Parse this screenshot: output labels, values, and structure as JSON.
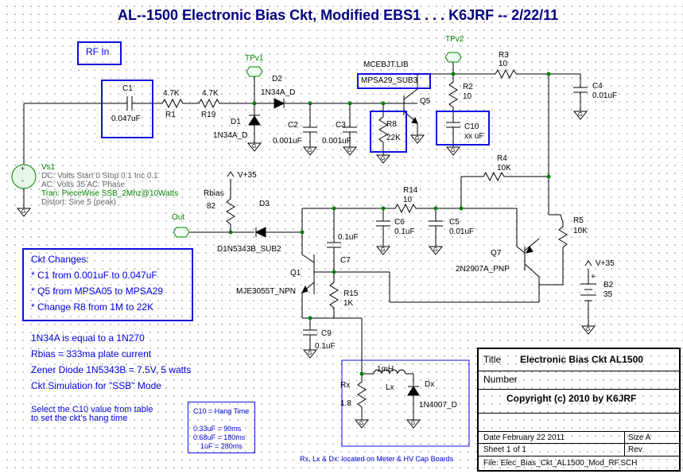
{
  "title": "AL--1500 Electronic Bias Ckt, Modified EBS1 . . . K6JRF -- 2/22/11",
  "labels": {
    "rf_in": "RF In",
    "tpv1": "TPv1",
    "tpv2": "TPv2",
    "out": "Out",
    "lib": "MCEBJT.LIB",
    "q5_model": "MPSA29_SUB3",
    "q5": "Q5",
    "c1": "C1",
    "c1_val": "0.047uF",
    "r1_val": "4.7K",
    "r1": "R1",
    "r19_val": "4.7K",
    "r19": "R19",
    "d1": "D1",
    "d1_model": "1N34A_D",
    "d2": "D2",
    "d2_model": "1N34A_D",
    "c2": "C2",
    "c2_val": "0.001uF",
    "c3": "C3",
    "c3_val": "0.001uF",
    "r8": "R8",
    "r8_val": "22K",
    "r2": "R2",
    "r2_val": "10",
    "c10": "C10",
    "c10_val": "xx uF",
    "r3": "R3",
    "r3_val": "10",
    "c4": "C4",
    "c4_val": "0.01uF",
    "r4": "R4",
    "r4_val": "10K",
    "r5": "R5",
    "r5_val": "10K",
    "q7": "Q7",
    "q7_model": "2N2907A_PNP",
    "v35a": "V+35",
    "v35b": "V+35",
    "b2": "B2",
    "b2_val": "35",
    "rbias": "Rbias",
    "rbias_val": "82",
    "d3": "D3",
    "d3_model": "D1N5343B_SUB2",
    "r14": "R14",
    "r14_val": "10",
    "c6": "C6",
    "c6_val": "0.1uF",
    "c5": "C5",
    "c5_val": "0.01uF",
    "c7_val": "0.1uF",
    "c7": "C7",
    "q1": "Q1",
    "q1_model": "MJE3055T_NPN",
    "r15": "R15",
    "r15_val": "1K",
    "c9": "C9",
    "c9_val": "0.1uF",
    "lx_val": "1mH",
    "lx": "Lx",
    "dx": "Dx",
    "dx_model": "1N4007_D",
    "rx": "Rx",
    "rx_val": "1.8",
    "board_note": "Rx, Lx & Dx: located on Meter & HV Cap Boards",
    "plus": "+",
    "minus": "-",
    "gnd": "G"
  },
  "vs1": {
    "name": "Vs1",
    "dc": "DC: Volts  Start 0  Stop 0.1  Inc 0.1",
    "ac": "AC: Volts  35  AC: Phase",
    "tran": "Tran: PieceWise  SSB_2Mhz@10Watts",
    "distort": "Distort: Sine  5 (peak)"
  },
  "changes": {
    "heading": "Ckt Changes:",
    "items": [
      "* C1 from 0.001uF to 0.047uF",
      "* Q5 from MPSA05 to MPSA29",
      "* Change R8 from 1M to 22K"
    ]
  },
  "notes": [
    "1N34A is equal to a 1N270",
    "Rbias = 333ma plate current",
    "Zener Diode 1N5343B = 7.5V, 5 watts",
    "Ckt Simulation for \"SSB\" Mode"
  ],
  "select_note": [
    "Select the C10 value from table",
    "to set the ckt's hang time"
  ],
  "hang_table": {
    "heading": "C10 = Hang Time",
    "rows": [
      "0.33uF = 90ms",
      "0.68uF = 180ms",
      "1uF = 280ms"
    ]
  },
  "title_block": {
    "title_label": "Title",
    "title_value": "Electronic Bias Ckt  AL1500",
    "number_label": "Number",
    "copyright": "Copyright (c) 2010 by K6JRF",
    "date": "Date  February 22 2011",
    "size": "Size  A",
    "sheet": "Sheet  1       of    1",
    "rev": "Rev",
    "file": "File:  Elec_Bias_Ckt_AL1500_Mod_RF.SCH"
  },
  "colors": {
    "wire": "#000000",
    "box": "#1010e0",
    "title": "#000080",
    "green": "#008000",
    "node": "#008000"
  }
}
